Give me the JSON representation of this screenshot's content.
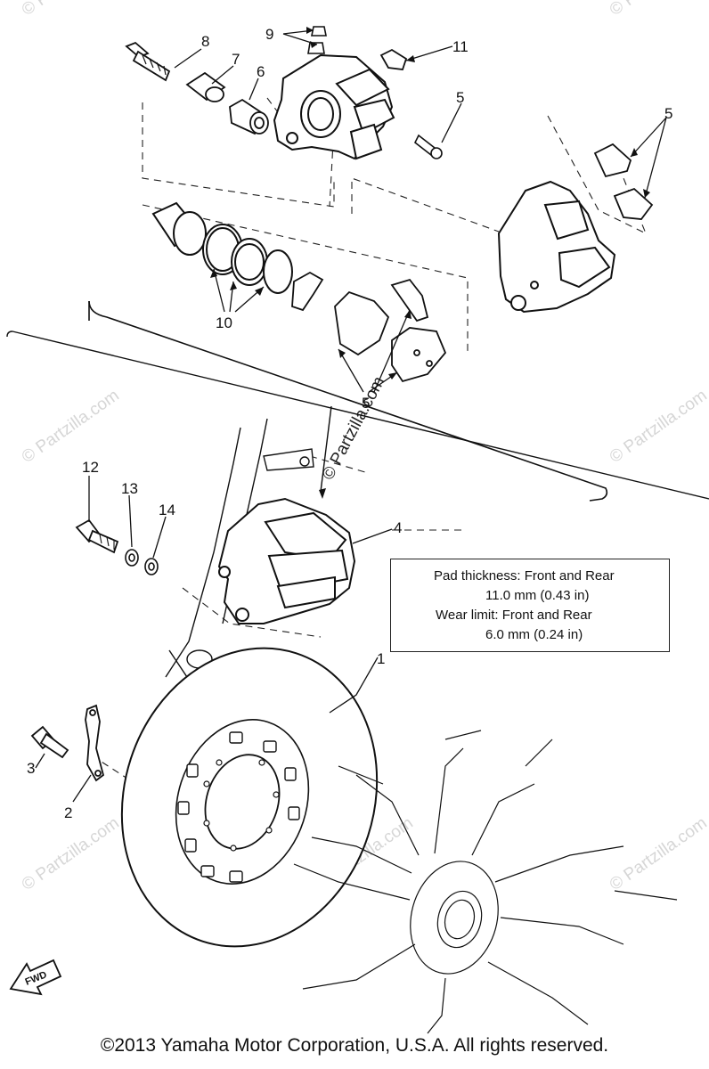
{
  "callouts": {
    "c1": "1",
    "c2": "2",
    "c3": "3",
    "c4": "4",
    "c5a": "5",
    "c5b": "5",
    "c5c": "5",
    "c6": "6",
    "c7": "7",
    "c8": "8",
    "c9": "9",
    "c10": "10",
    "c11": "11",
    "c12": "12",
    "c13": "13",
    "c14": "14"
  },
  "spec": {
    "line1": "Pad thickness:  Front and Rear",
    "line2": "11.0 mm (0.43 in)",
    "line3": "Wear limit:  Front and Rear",
    "line4": "6.0 mm (0.24 in)"
  },
  "watermark": "© Partzilla.com",
  "fwd_label": "FWD",
  "copyright": "©2013  Yamaha Motor Corporation, U.S.A. All rights reserved."
}
